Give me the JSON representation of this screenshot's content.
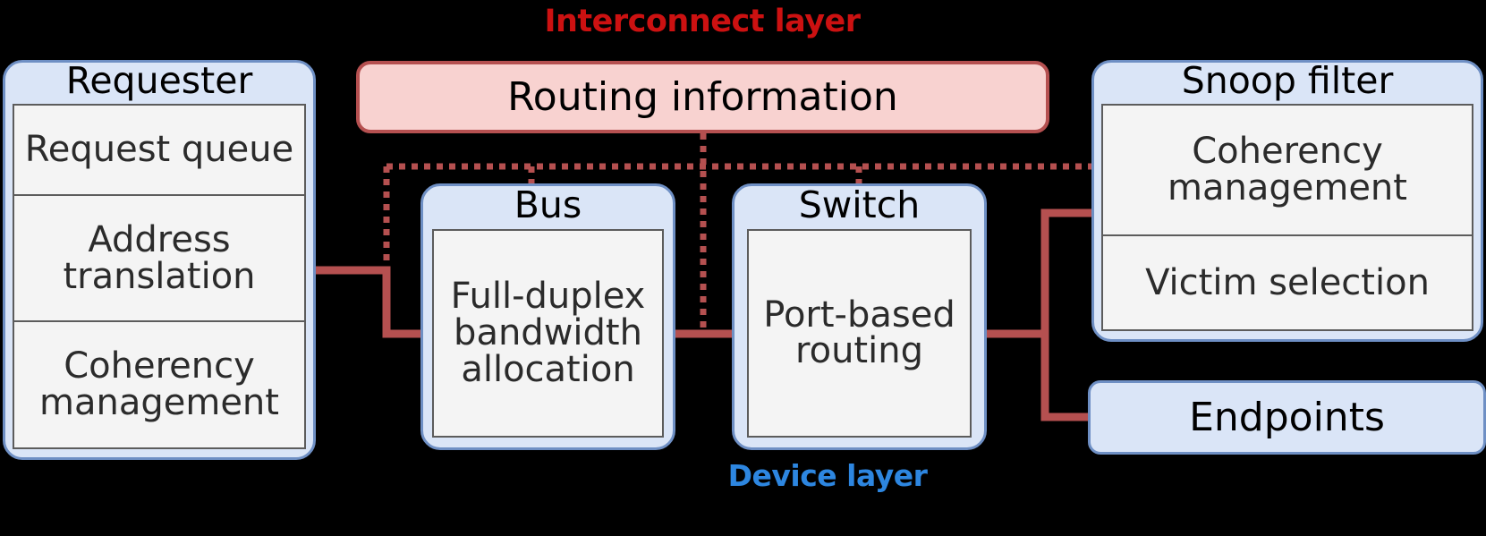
{
  "diagram": {
    "title_interconnect": "Interconnect layer",
    "title_device": "Device layer",
    "colors": {
      "background": "#000000",
      "interconnect_label": "#CC1111",
      "device_label": "#2D86E0",
      "node_fill": "#DAE5F7",
      "node_border": "#6E8FC4",
      "slot_fill": "#F4F4F4",
      "slot_border": "#5C5C5C",
      "pink_fill": "#F8D2D0",
      "pink_border": "#B55050",
      "connector": "#B55050"
    }
  },
  "nodes": {
    "requester": {
      "title": "Requester",
      "slots": [
        "Request queue",
        "Address translation",
        "Coherency management"
      ]
    },
    "routing": {
      "title": "Routing information"
    },
    "bus": {
      "title": "Bus",
      "slots": [
        "Full-duplex bandwidth allocation"
      ]
    },
    "switch": {
      "title": "Switch",
      "slots": [
        "Port-based routing"
      ]
    },
    "snoop_filter": {
      "title": "Snoop filter",
      "slots": [
        "Coherency management",
        "Victim selection"
      ]
    },
    "endpoints": {
      "title": "Endpoints"
    }
  },
  "connectors": [
    {
      "name": "requester-to-bus",
      "style": "solid"
    },
    {
      "name": "bus-to-switch",
      "style": "solid"
    },
    {
      "name": "switch-to-snoop-filter",
      "style": "solid"
    },
    {
      "name": "switch-to-endpoints",
      "style": "solid"
    },
    {
      "name": "routing-information-bus-distribution",
      "style": "dotted"
    },
    {
      "name": "routing-to-bus-node",
      "style": "dotted"
    },
    {
      "name": "routing-to-switch-node",
      "style": "dotted"
    },
    {
      "name": "routing-to-requester-link",
      "style": "dotted"
    },
    {
      "name": "routing-to-snoop-filter-link",
      "style": "dotted"
    }
  ]
}
